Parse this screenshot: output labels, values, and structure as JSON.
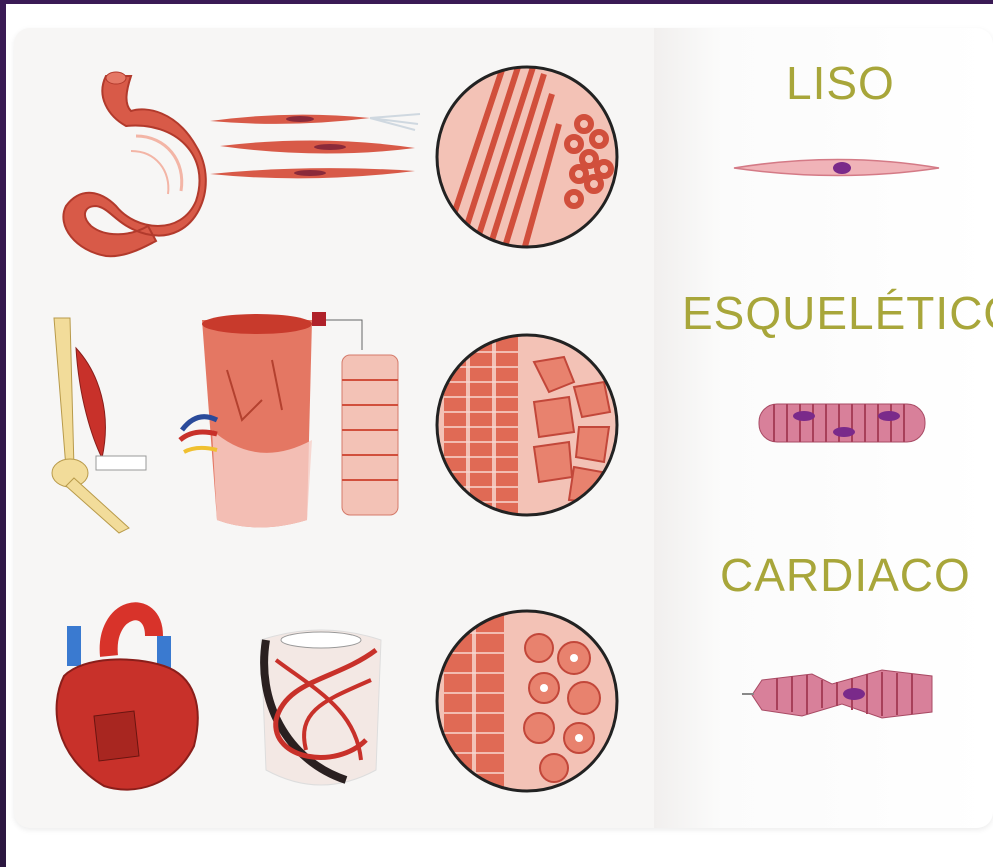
{
  "rows": [
    {
      "label": "LISO",
      "name": "smooth"
    },
    {
      "label": "ESQUELÉTICO",
      "name": "skeletal"
    },
    {
      "label": "CARDIACO",
      "name": "cardiac"
    }
  ],
  "colors": {
    "label": "#a8a63a",
    "muscle": "#d85a48",
    "muscle_light": "#f3b5a6",
    "nucleus": "#7a2a8a",
    "bone": "#f2dc9a"
  }
}
